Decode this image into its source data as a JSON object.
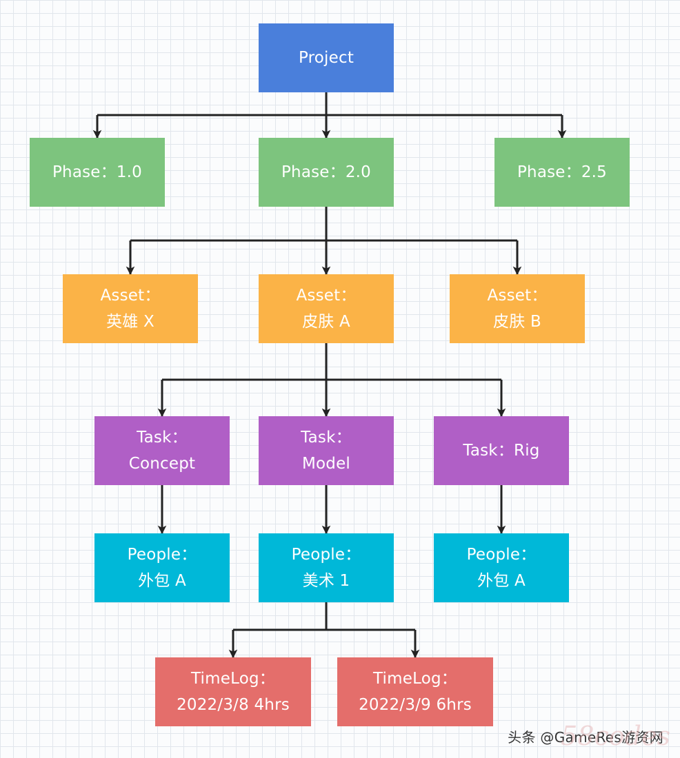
{
  "colors": {
    "project": "#4a7fdb",
    "phase": "#7dc47e",
    "asset": "#fbb347",
    "task": "#b05fc6",
    "people": "#00b8d8",
    "timelog": "#e46e6b",
    "edge": "#222222"
  },
  "nodes": {
    "project": {
      "line1": "Project"
    },
    "phase_1": {
      "line1": "Phase：1.0"
    },
    "phase_2": {
      "line1": "Phase：2.0"
    },
    "phase_3": {
      "line1": "Phase：2.5"
    },
    "asset_1": {
      "line1": "Asset：",
      "line2": "英雄 X"
    },
    "asset_2": {
      "line1": "Asset：",
      "line2": "皮肤 A"
    },
    "asset_3": {
      "line1": "Asset：",
      "line2": "皮肤 B"
    },
    "task_1": {
      "line1": "Task：",
      "line2": "Concept"
    },
    "task_2": {
      "line1": "Task：",
      "line2": "Model"
    },
    "task_3": {
      "line1": "Task：Rig"
    },
    "people_1": {
      "line1": "People：",
      "line2": "外包 A"
    },
    "people_2": {
      "line1": "People：",
      "line2": "美术 1"
    },
    "people_3": {
      "line1": "People：",
      "line2": "外包 A"
    },
    "timelog_1": {
      "line1": "TimeLog：",
      "line2": "2022/3/8 4hrs"
    },
    "timelog_2": {
      "line1": "TimeLog：",
      "line2": "2022/3/9 6hrs"
    }
  },
  "edges": [
    [
      "project",
      "phase_1"
    ],
    [
      "project",
      "phase_2"
    ],
    [
      "project",
      "phase_3"
    ],
    [
      "phase_2",
      "asset_1"
    ],
    [
      "phase_2",
      "asset_2"
    ],
    [
      "phase_2",
      "asset_3"
    ],
    [
      "asset_2",
      "task_1"
    ],
    [
      "asset_2",
      "task_2"
    ],
    [
      "asset_2",
      "task_3"
    ],
    [
      "task_1",
      "people_1"
    ],
    [
      "task_2",
      "people_2"
    ],
    [
      "task_3",
      "people_3"
    ],
    [
      "people_2",
      "timelog_1"
    ],
    [
      "people_2",
      "timelog_2"
    ]
  ],
  "watermark": {
    "text": "头条 @GameRes游资网",
    "logo": "58codes"
  }
}
